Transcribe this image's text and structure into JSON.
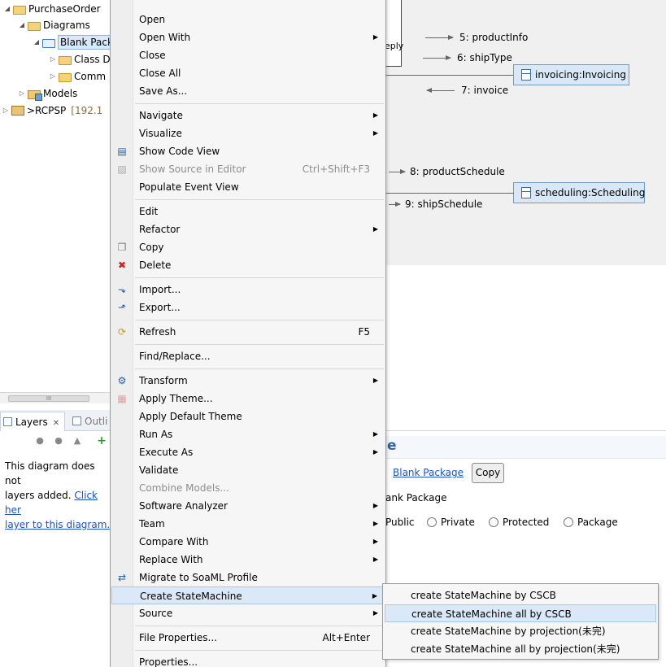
{
  "tree": {
    "items": [
      {
        "label": "PurchaseOrder",
        "decor": ""
      },
      {
        "label": "Diagrams",
        "decor": ""
      },
      {
        "label": "Blank Pack",
        "decor": ""
      },
      {
        "label": "Class D",
        "decor": ""
      },
      {
        "label": "Comm",
        "decor": ""
      },
      {
        "label": "Models",
        "decor": ""
      },
      {
        "label": ">RCPSP",
        "decor": "[192.1"
      }
    ],
    "scroll_grip": "III"
  },
  "layers_view": {
    "tab_label": "Layers",
    "outline_tab_label": "Outli",
    "message_prefix": "This diagram does not",
    "message_line2_prefix": "layers added.",
    "message_link1": "Click her",
    "message_link2": "layer to this diagram."
  },
  "diagram": {
    "fragment_text": "eply",
    "lifelines": [
      {
        "label": "invoicing:Invoicing"
      },
      {
        "label": "scheduling:Scheduling"
      }
    ],
    "messages": [
      {
        "label": "5: productInfo"
      },
      {
        "label": "6: shipType"
      },
      {
        "label": "7: invoice"
      },
      {
        "label": "8: productSchedule"
      },
      {
        "label": "9: shipSchedule"
      }
    ]
  },
  "properties": {
    "title_char": "e",
    "package_link": "Blank Package",
    "copy_button": "Copy",
    "name_value": "ank Package",
    "visibility_options": [
      "Public",
      "Private",
      "Protected",
      "Package"
    ]
  },
  "context_menu": {
    "items": [
      {
        "label": "Open",
        "shortcut": "",
        "submenu": false
      },
      {
        "label": "Open With",
        "shortcut": "",
        "submenu": true
      },
      {
        "label": "Close",
        "shortcut": "",
        "submenu": false
      },
      {
        "label": "Close All",
        "shortcut": "",
        "submenu": false
      },
      {
        "label": "Save As...",
        "shortcut": "",
        "submenu": false
      },
      {
        "label": "Navigate",
        "shortcut": "",
        "submenu": true
      },
      {
        "label": "Visualize",
        "shortcut": "",
        "submenu": true
      },
      {
        "label": "Show Code View",
        "shortcut": "",
        "submenu": false
      },
      {
        "label": "Show Source in Editor",
        "shortcut": "Ctrl+Shift+F3",
        "submenu": false
      },
      {
        "label": "Populate Event View",
        "shortcut": "",
        "submenu": false
      },
      {
        "label": "Edit",
        "shortcut": "",
        "submenu": false
      },
      {
        "label": "Refactor",
        "shortcut": "",
        "submenu": true
      },
      {
        "label": "Copy",
        "shortcut": "",
        "submenu": false
      },
      {
        "label": "Delete",
        "shortcut": "",
        "submenu": false
      },
      {
        "label": "Import...",
        "shortcut": "",
        "submenu": false
      },
      {
        "label": "Export...",
        "shortcut": "",
        "submenu": false
      },
      {
        "label": "Refresh",
        "shortcut": "F5",
        "submenu": false
      },
      {
        "label": "Find/Replace...",
        "shortcut": "",
        "submenu": false
      },
      {
        "label": "Transform",
        "shortcut": "",
        "submenu": true
      },
      {
        "label": "Apply Theme...",
        "shortcut": "",
        "submenu": false
      },
      {
        "label": "Apply Default Theme",
        "shortcut": "",
        "submenu": false
      },
      {
        "label": "Run As",
        "shortcut": "",
        "submenu": true
      },
      {
        "label": "Execute As",
        "shortcut": "",
        "submenu": true
      },
      {
        "label": "Validate",
        "shortcut": "",
        "submenu": false
      },
      {
        "label": "Combine Models...",
        "shortcut": "",
        "submenu": false
      },
      {
        "label": "Software Analyzer",
        "shortcut": "",
        "submenu": true
      },
      {
        "label": "Team",
        "shortcut": "",
        "submenu": true
      },
      {
        "label": "Compare With",
        "shortcut": "",
        "submenu": true
      },
      {
        "label": "Replace With",
        "shortcut": "",
        "submenu": true
      },
      {
        "label": "Migrate to SoaML Profile",
        "shortcut": "",
        "submenu": false
      },
      {
        "label": "Create StateMachine",
        "shortcut": "",
        "submenu": true
      },
      {
        "label": "Source",
        "shortcut": "",
        "submenu": true
      },
      {
        "label": "File Properties...",
        "shortcut": "Alt+Enter",
        "submenu": false
      },
      {
        "label": "Properties...",
        "shortcut": "",
        "submenu": false
      }
    ]
  },
  "submenu": {
    "items": [
      {
        "label": "create StateMachine by CSCB"
      },
      {
        "label": "create StateMachine all by CSCB"
      },
      {
        "label": "create StateMachine by projection(未完)"
      },
      {
        "label": "create StateMachine all by projection(未完)"
      }
    ]
  },
  "colors": {
    "menu_highlight": "#dbe8f7",
    "menu_highlight_border": "#a8c6ea",
    "disabled_text": "#8d8d8d",
    "link": "#1a52c2",
    "lifeline_fill": "#d8e8f6",
    "delete_red": "#d42020"
  }
}
